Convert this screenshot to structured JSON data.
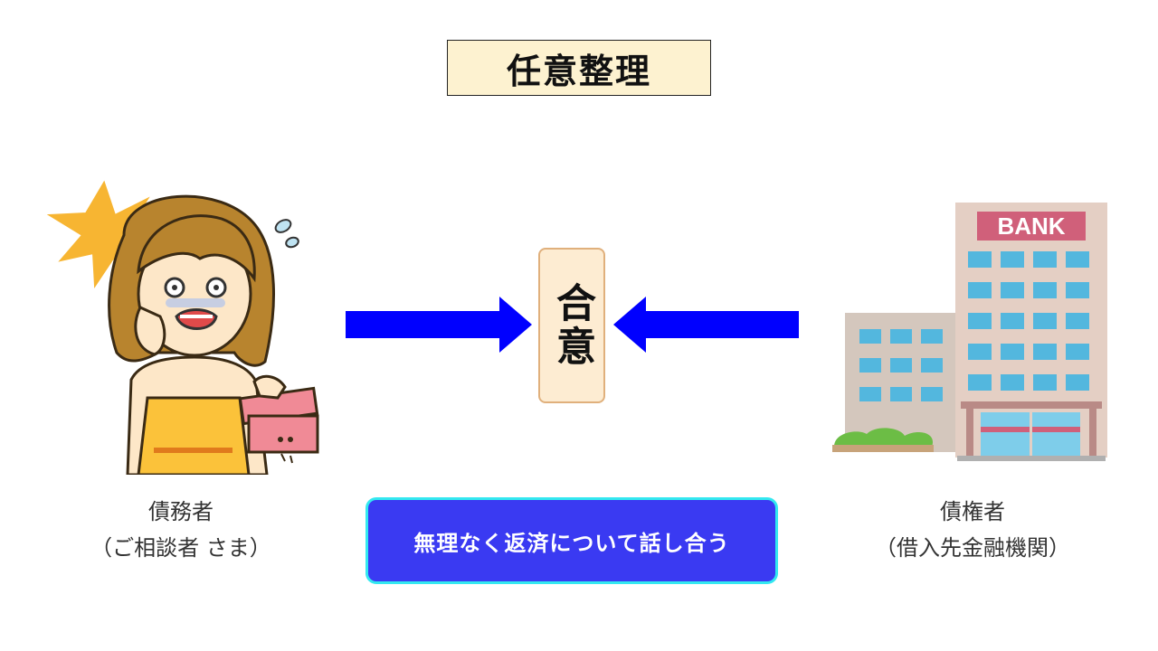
{
  "title": "任意整理",
  "center": {
    "label": "合意"
  },
  "debtor": {
    "label": "債務者",
    "sublabel": "（ご相談者 さま）"
  },
  "creditor": {
    "label": "債権者",
    "sublabel": "（借入先金融機関）",
    "sign": "BANK"
  },
  "action": {
    "label": "無理なく返済について話し合う"
  },
  "colors": {
    "arrow": "#0000ff",
    "button_bg": "#3a3af2",
    "button_border": "#33e8f0",
    "title_bg": "#fdf2d0",
    "agree_bg": "#fdecd2",
    "bank_sign": "#d0607a"
  }
}
